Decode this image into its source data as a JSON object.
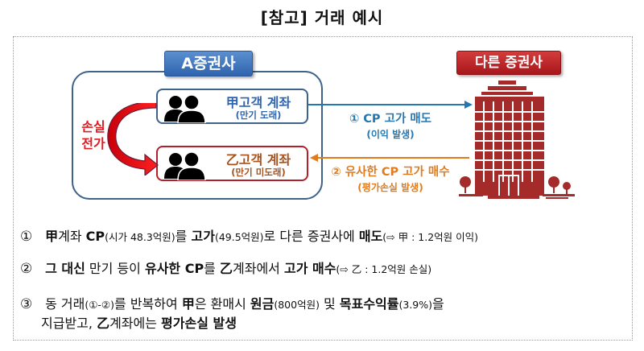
{
  "title": "[참고] 거래 예시",
  "diagram": {
    "company_a": {
      "label": "A증권사",
      "color": "#2f64ae",
      "accounts": [
        {
          "name": "甲고객 계좌",
          "sub": "(만기 도래)",
          "color": "#2f64ae"
        },
        {
          "name": "乙고객 계좌",
          "sub": "(만기 미도래)",
          "color": "#a4521d"
        }
      ],
      "transfer_label_line1": "손실",
      "transfer_label_line2": "전가",
      "transfer_color": "#e01b22"
    },
    "company_b": {
      "label": "다른 증권사",
      "color": "#a8171c",
      "icon": "office-building-icon"
    },
    "flows": [
      {
        "step": "①",
        "main": "① CP 고가 매도",
        "sub": "(이익 발생)",
        "direction": "A→B",
        "color": "#2577b0"
      },
      {
        "step": "②",
        "main": "② 유사한 CP 고가 매수",
        "sub": "(평가손실 발생)",
        "direction": "B→A",
        "color": "#e07b1e"
      }
    ]
  },
  "bullets": [
    {
      "num": "①",
      "parts": {
        "p1": "甲",
        "p2": "계좌 ",
        "p3": "CP",
        "p4": "(시가 48.3억원)",
        "p5": "를 ",
        "p6": "고가",
        "p7": "(49.5억원)",
        "p8": "로 다른 증권사에 ",
        "p9": "매도",
        "p10": "(⇨ 甲 : 1.2억원 이익)"
      }
    },
    {
      "num": "②",
      "parts": {
        "p1": "그 대신",
        "p2": " 만기 등이 ",
        "p3": "유사한 CP",
        "p4": "를 ",
        "p5": "乙",
        "p6": "계좌에서 ",
        "p7": "고가 매수",
        "p8": "(⇨ 乙 : 1.2억원 손실)"
      }
    },
    {
      "num": "③",
      "parts": {
        "p1": "동 거래",
        "p2": "(①-②)",
        "p3": "를 반복하여 ",
        "p4": "甲",
        "p5": "은 환매시 ",
        "p6": "원금",
        "p7": "(800억원)",
        "p8": " 및 ",
        "p9": "목표수익률",
        "p10": "(3.9%)",
        "p11": "을",
        "line2_p1": "지급받고, ",
        "line2_p2": "乙",
        "line2_p3": "계좌에는 ",
        "line2_p4": "평가손실 발생"
      }
    }
  ]
}
